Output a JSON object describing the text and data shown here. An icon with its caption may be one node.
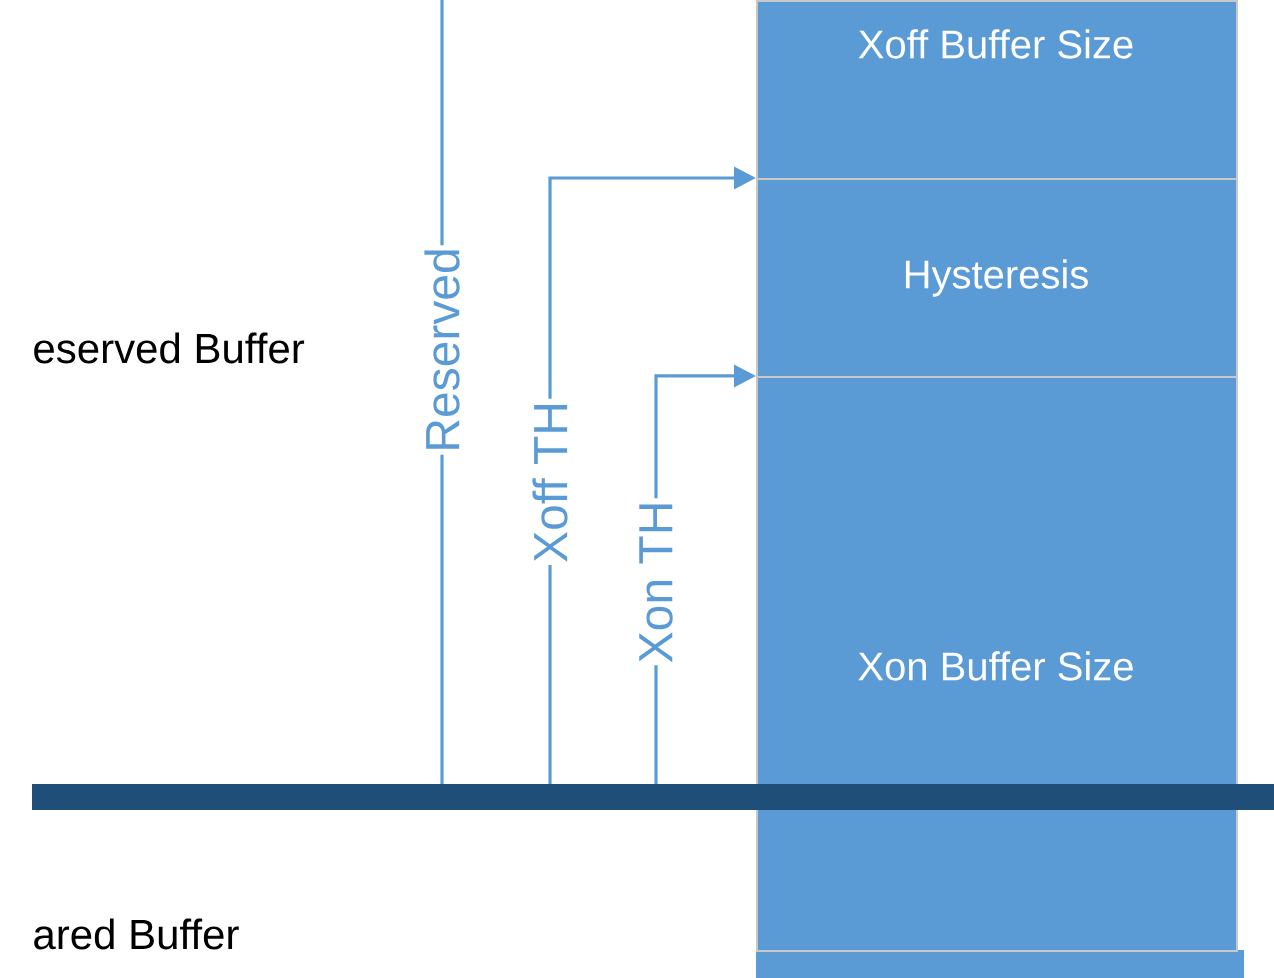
{
  "diagram": {
    "nodes": [
      {
        "text": [
          "Xoff Buffer Size"
        ]
      },
      {
        "text": [
          "Hysteresis"
        ]
      },
      {
        "text": [
          "Xon Buffer Size"
        ]
      },
      {
        "text": [
          "Reserved"
        ]
      },
      {
        "text": [
          "Xoff TH"
        ]
      },
      {
        "text": [
          "Xon TH"
        ]
      }
    ],
    "edges": [
      {
        "from": 4,
        "to": 1,
        "arrow": "to"
      },
      {
        "from": 5,
        "to": 2,
        "arrow": "to"
      }
    ],
    "labels": [
      "eserved Buffer",
      "ared Buffer"
    ]
  }
}
